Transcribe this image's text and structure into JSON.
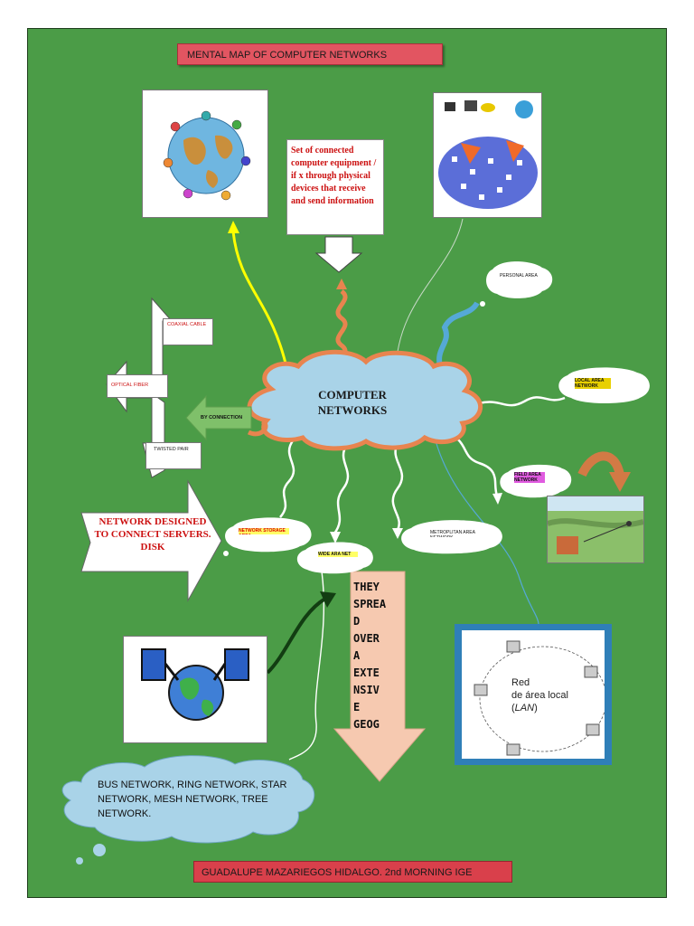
{
  "title": "MENTAL MAP OF COMPUTER NETWORKS",
  "footer": "GUADALUPE MAZARIEGOS HIDALGO. 2nd MORNING IGE",
  "center": {
    "label_line1": "COMPUTER",
    "label_line2": "NETWORKS"
  },
  "definition": "Set of connected computer equipment / if x through physical devices that receive and send information",
  "by_connection": {
    "label": "BY CONNECTION",
    "items": [
      "COAXIAL CABLE",
      "OPTICAL FIBER",
      "TWISTED PAIR"
    ]
  },
  "clouds": {
    "personal_area": "PERSONAL AREA",
    "local_area": "LOCAL AREA NETWORK",
    "field_area": "FIELD AREA NETWORK",
    "network_storage": "NETWORK STORAGE AREA",
    "wide_area": "WIDE ARA NET",
    "metropolitan_area": "METROPLITAN AREA NETWORK"
  },
  "network_servers": "NETWORK DESIGNED TO CONNECT SERVERS. DISK",
  "spread": "THEY\nSPREA\nD\nOVER\nA\nEXTE\nNSIV\nE\nGEOG",
  "topologies": "BUS NETWORK, RING NETWORK, STAR NETWORK, MESH NETWORK, TREE NETWORK.",
  "lan_image": {
    "line1": "Red",
    "line2": "de área local",
    "paren_open": "(",
    "abbr": "LAN",
    "paren_close": ")"
  },
  "colors": {
    "board": "#4b9c47",
    "title_bg": "#e25561",
    "cloud_fill": "#a9d3e8",
    "cloud_border": "#e8844f",
    "arrow_orange": "#e8844f",
    "arrow_peach": "#f6c9b0",
    "yellow_line": "#ffff00",
    "blue_line": "#55a9d6"
  }
}
